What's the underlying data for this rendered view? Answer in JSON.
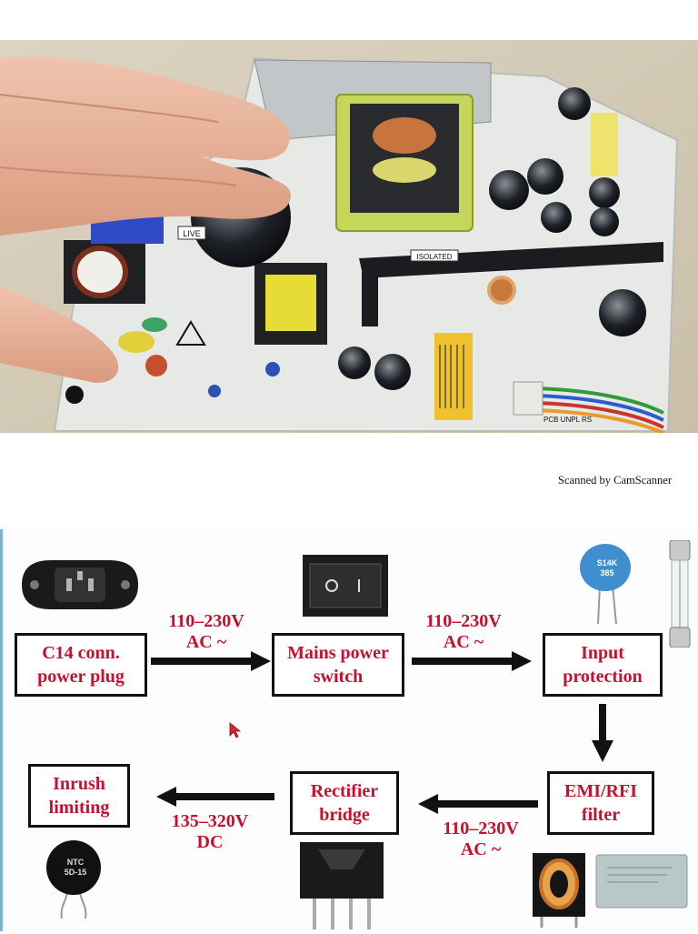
{
  "watermark": "Scanned by CamScanner",
  "photo": {
    "board_labels": [
      "LIVE",
      "ISOLATED",
      "PCB UNPL RS"
    ]
  },
  "diagram": {
    "blocks": {
      "c14": "C14 conn.\npower plug",
      "mains": "Mains power\nswitch",
      "input": "Input\nprotection",
      "emi": "EMI/RFI\nfilter",
      "rectifier": "Rectifier\nbridge",
      "inrush": "Inrush\nlimiting"
    },
    "voltages": {
      "v1": "110–230V\nAC ~",
      "v2": "110–230V\nAC ~",
      "v3": "110–230V\nAC ~",
      "v4": "135–320V\nDC"
    },
    "component_marks": {
      "varistor": "S14K\n385",
      "ntc": "NTC\n5D-15"
    }
  }
}
